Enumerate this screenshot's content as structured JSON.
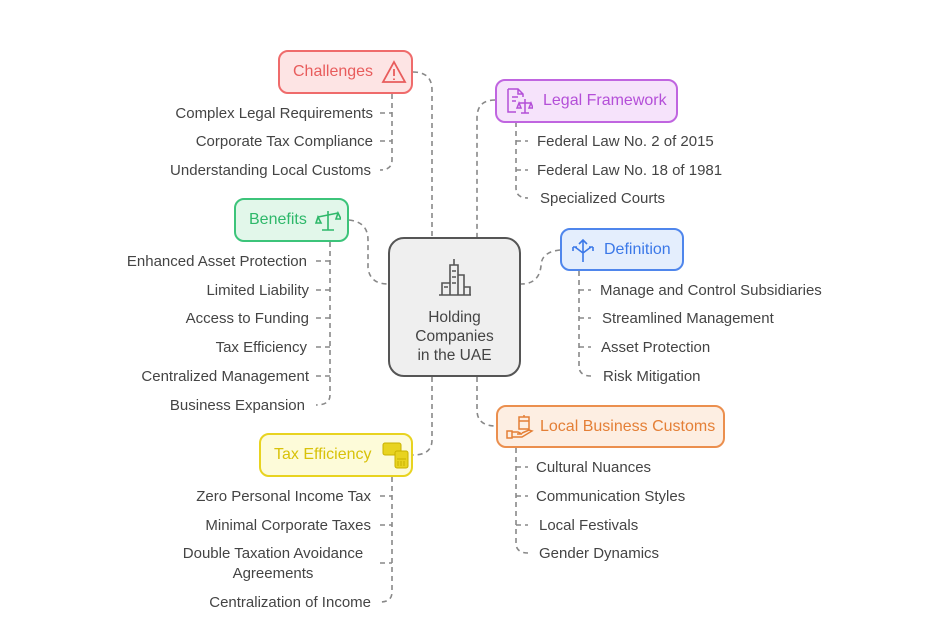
{
  "center": {
    "line1": "Holding",
    "line2": "Companies",
    "line3": "in the UAE",
    "icon": "city-buildings-icon"
  },
  "branches": {
    "challenges": {
      "label": "Challenges",
      "icon": "warning-icon",
      "color": "#e85c5c",
      "items": [
        "Complex Legal Requirements",
        "Corporate Tax Compliance",
        "Understanding Local Customs"
      ]
    },
    "legal": {
      "label": "Legal Framework",
      "icon": "legal-document-icon",
      "color": "#b44fd8",
      "items": [
        "Federal Law No. 2 of 2015",
        "Federal Law No. 18 of 1981",
        "Specialized Courts"
      ]
    },
    "benefits": {
      "label": "Benefits",
      "icon": "balance-scale-icon",
      "color": "#2eb86a",
      "items": [
        "Enhanced Asset Protection",
        "Limited Liability",
        "Access to Funding",
        "Tax Efficiency",
        "Centralized Management",
        "Business Expansion"
      ]
    },
    "definition": {
      "label": "Definition",
      "icon": "split-arrows-icon",
      "color": "#3b78e8",
      "items": [
        "Manage and Control Subsidiaries",
        "Streamlined Management",
        "Asset Protection",
        "Risk Mitigation"
      ]
    },
    "customs": {
      "label": "Local Business Customs",
      "icon": "gift-hand-icon",
      "color": "#e47f36",
      "items": [
        "Cultural Nuances",
        "Communication Styles",
        "Local Festivals",
        "Gender Dynamics"
      ]
    },
    "tax": {
      "label": "Tax Efficiency",
      "icon": "money-calculator-icon",
      "color": "#d8c20a",
      "items": [
        "Zero Personal Income Tax",
        "Minimal Corporate Taxes",
        "Double Taxation Avoidance",
        "Agreements",
        "Centralization of Income"
      ]
    }
  }
}
